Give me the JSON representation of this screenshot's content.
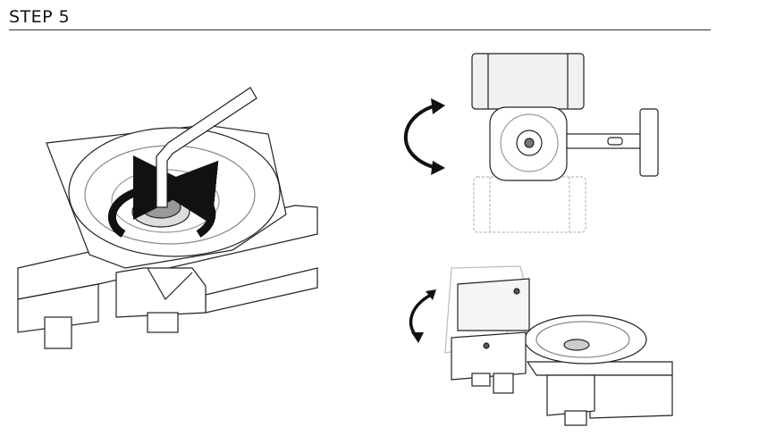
{
  "header": {
    "step_label": "STEP 5"
  },
  "figures": [
    {
      "name": "hex-key-tightening-nut"
    },
    {
      "name": "head-rotation-top-view"
    },
    {
      "name": "head-tilt-side-view"
    }
  ]
}
